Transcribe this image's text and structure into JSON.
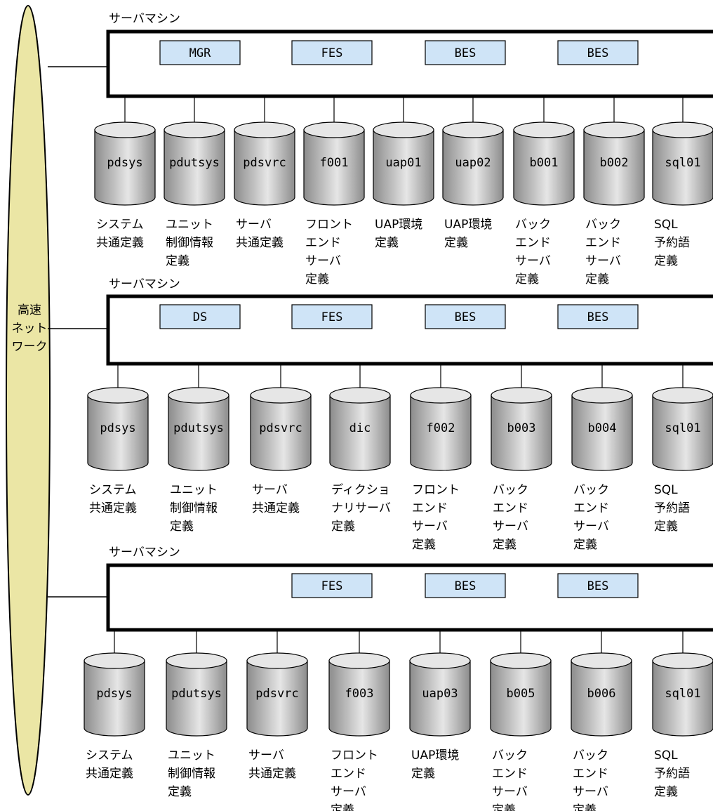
{
  "network": {
    "label_lines": [
      "高速",
      "ネット",
      "ワーク"
    ],
    "fill_color": "#ebe6a5"
  },
  "colors": {
    "process_fill": "#cfe4f7",
    "disk_fill_light": "#e6e6e6",
    "disk_fill_dark": "#8c8c8c",
    "line": "#000000"
  },
  "machines": [
    {
      "title": "サーバマシン",
      "processes": [
        "MGR",
        "FES",
        "BES",
        "BES"
      ],
      "disks": [
        {
          "name": "pdsys",
          "label_lines": [
            "システム",
            "共通定義"
          ]
        },
        {
          "name": "pdutsys",
          "label_lines": [
            "ユニット",
            "制御情報",
            "定義"
          ]
        },
        {
          "name": "pdsvrc",
          "label_lines": [
            "サーバ",
            "共通定義"
          ]
        },
        {
          "name": "f001",
          "label_lines": [
            "フロント",
            "エンド",
            "サーバ",
            "定義"
          ]
        },
        {
          "name": "uap01",
          "label_lines": [
            "UAP環境",
            "定義"
          ]
        },
        {
          "name": "uap02",
          "label_lines": [
            "UAP環境",
            "定義"
          ]
        },
        {
          "name": "b001",
          "label_lines": [
            "バック",
            "エンド",
            "サーバ",
            "定義"
          ]
        },
        {
          "name": "b002",
          "label_lines": [
            "バック",
            "エンド",
            "サーバ",
            "定義"
          ]
        },
        {
          "name": "sql01",
          "label_lines": [
            "SQL",
            "予約語",
            "定義"
          ]
        }
      ]
    },
    {
      "title": "サーバマシン",
      "processes": [
        "DS",
        "FES",
        "BES",
        "BES"
      ],
      "disks": [
        {
          "name": "pdsys",
          "label_lines": [
            "システム",
            "共通定義"
          ]
        },
        {
          "name": "pdutsys",
          "label_lines": [
            "ユニット",
            "制御情報",
            "定義"
          ]
        },
        {
          "name": "pdsvrc",
          "label_lines": [
            "サーバ",
            "共通定義"
          ]
        },
        {
          "name": "dic",
          "label_lines": [
            "ディクショ",
            "ナリサーバ",
            "定義"
          ]
        },
        {
          "name": "f002",
          "label_lines": [
            "フロント",
            "エンド",
            "サーバ",
            "定義"
          ]
        },
        {
          "name": "b003",
          "label_lines": [
            "バック",
            "エンド",
            "サーバ",
            "定義"
          ]
        },
        {
          "name": "b004",
          "label_lines": [
            "バック",
            "エンド",
            "サーバ",
            "定義"
          ]
        },
        {
          "name": "sql01",
          "label_lines": [
            "SQL",
            "予約語",
            "定義"
          ]
        }
      ]
    },
    {
      "title": "サーバマシン",
      "processes": [
        "",
        "FES",
        "BES",
        "BES"
      ],
      "disks": [
        {
          "name": "pdsys",
          "label_lines": [
            "システム",
            "共通定義"
          ]
        },
        {
          "name": "pdutsys",
          "label_lines": [
            "ユニット",
            "制御情報",
            "定義"
          ]
        },
        {
          "name": "pdsvrc",
          "label_lines": [
            "サーバ",
            "共通定義"
          ]
        },
        {
          "name": "f003",
          "label_lines": [
            "フロント",
            "エンド",
            "サーバ",
            "定義"
          ]
        },
        {
          "name": "uap03",
          "label_lines": [
            "UAP環境",
            "定義"
          ]
        },
        {
          "name": "b005",
          "label_lines": [
            "バック",
            "エンド",
            "サーバ",
            "定義"
          ]
        },
        {
          "name": "b006",
          "label_lines": [
            "バック",
            "エンド",
            "サーバ",
            "定義"
          ]
        },
        {
          "name": "sql01",
          "label_lines": [
            "SQL",
            "予約語",
            "定義"
          ]
        }
      ]
    }
  ]
}
